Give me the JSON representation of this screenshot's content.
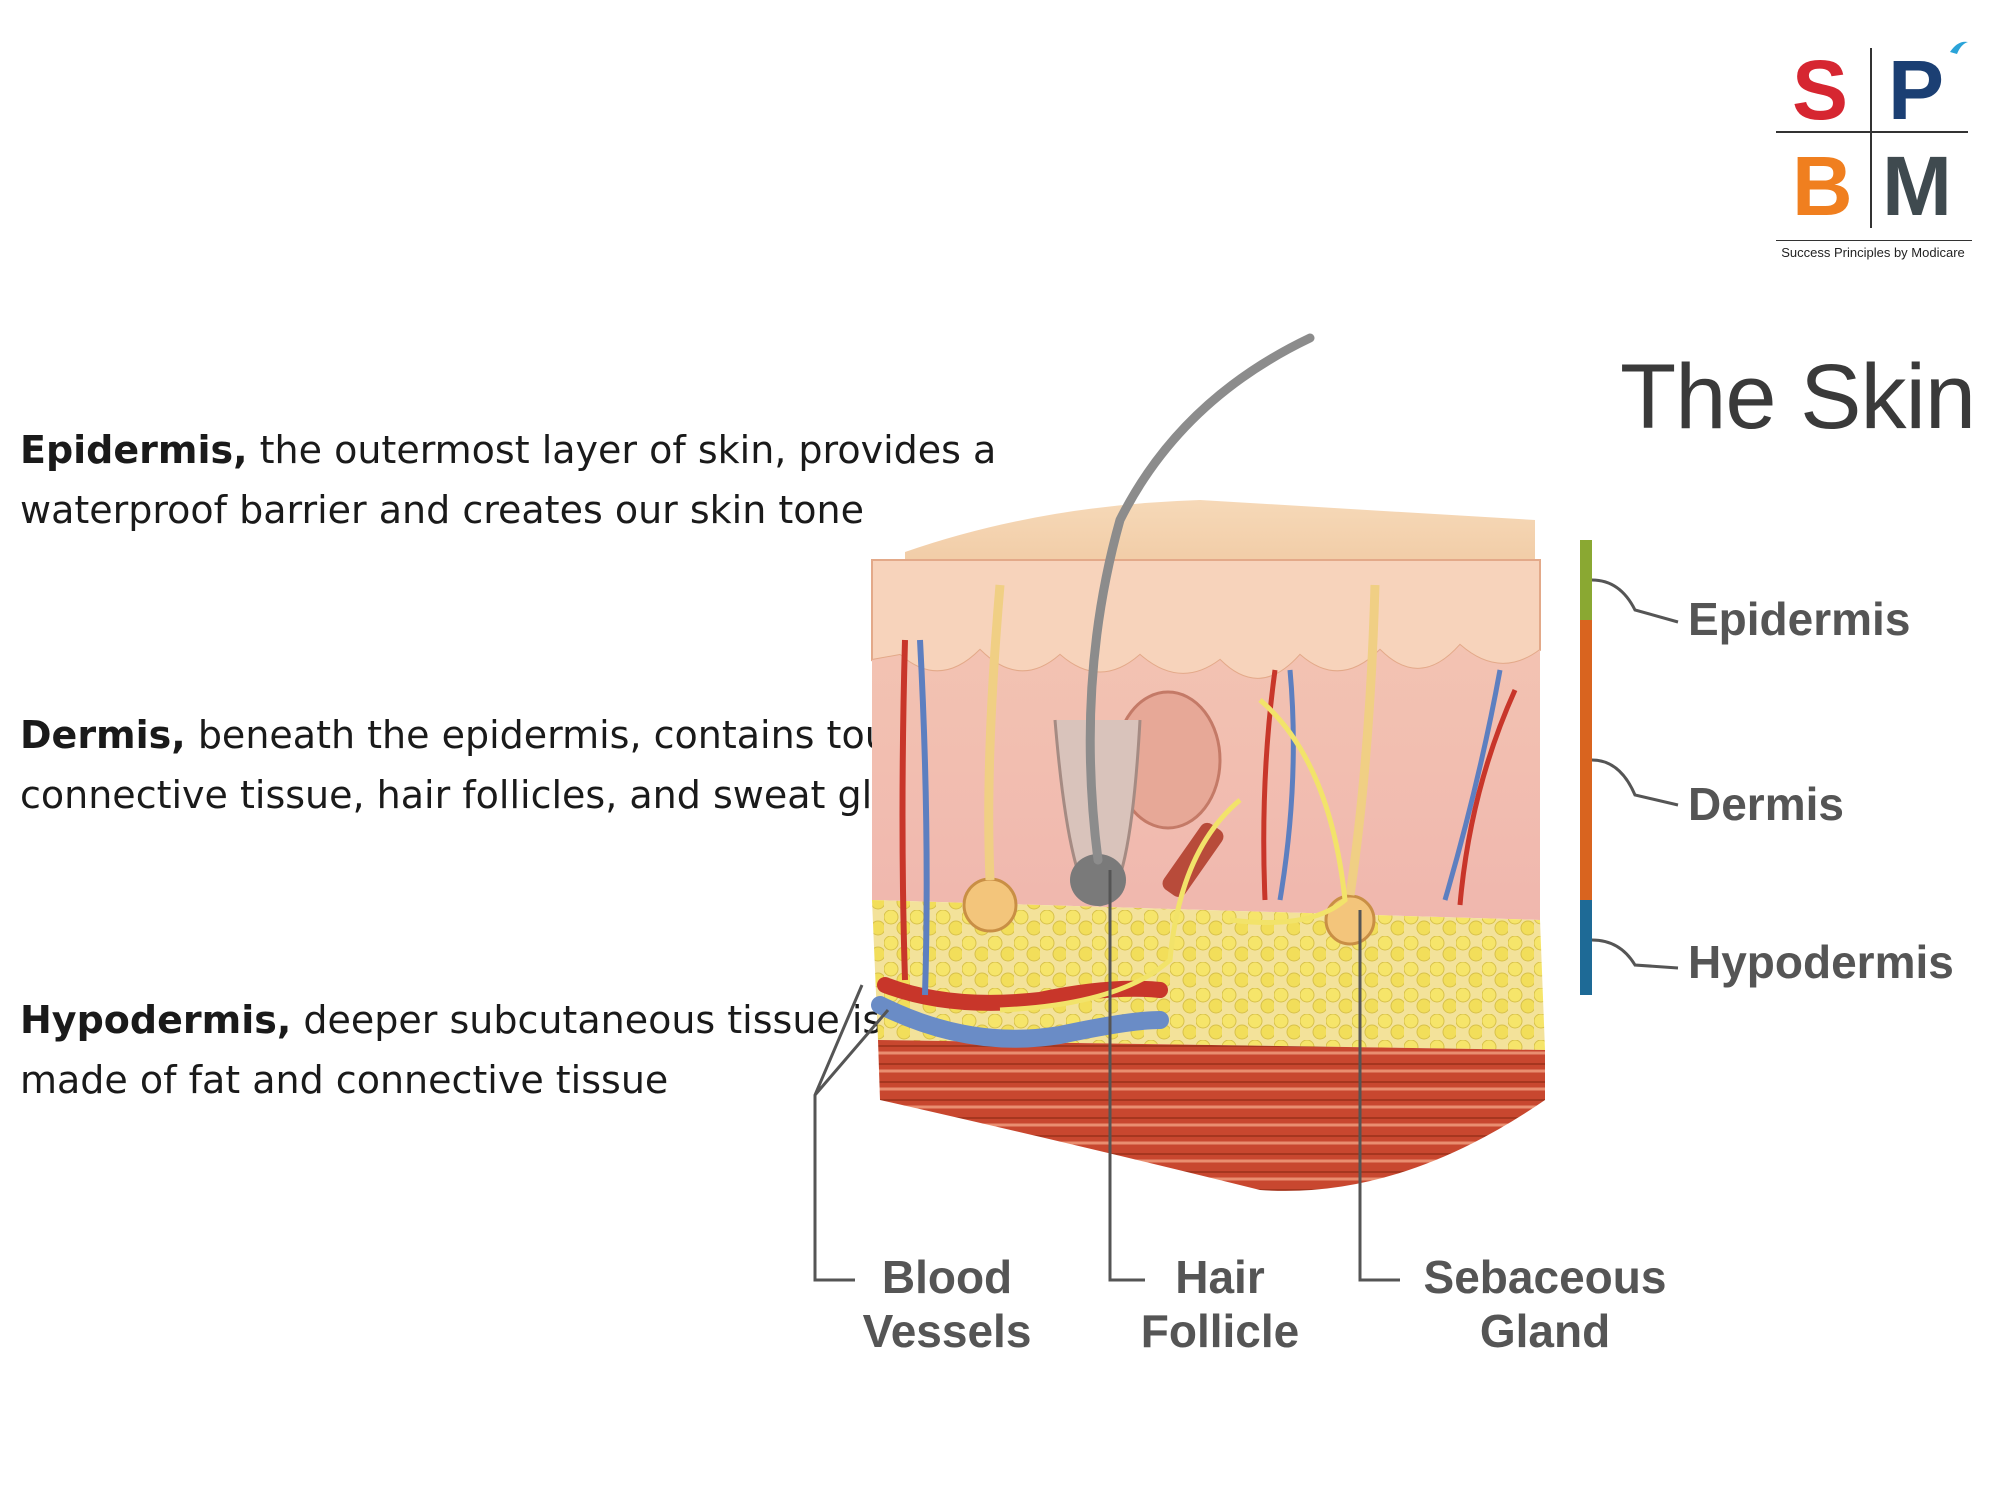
{
  "logo": {
    "letters": {
      "s": "S",
      "p": "P",
      "b": "B",
      "m": "M"
    },
    "tagline": "Success Principles by Modicare",
    "colors": {
      "s": "#d62631",
      "p": "#1b3f73",
      "b": "#f07f1f",
      "m": "#3f4a4f"
    }
  },
  "paragraphs": [
    {
      "term": "Epidermis,",
      "text": " the outermost layer of skin, provides a waterproof barrier and creates our skin tone"
    },
    {
      "term": "Dermis,",
      "text": " beneath the epidermis, contains tough connective tissue, hair follicles, and sweat glands"
    },
    {
      "term": "Hypodermis,",
      "text": " deeper subcutaneous tissue is made of fat and connective tissue"
    }
  ],
  "diagram": {
    "title": "The Skin",
    "layers": [
      {
        "label": "Epidermis",
        "color": "#8aa832"
      },
      {
        "label": "Dermis",
        "color": "#d9641f"
      },
      {
        "label": "Hypodermis",
        "color": "#1e6a96"
      }
    ],
    "bottom_labels": {
      "blood_line1": "Blood",
      "blood_line2": "Vessels",
      "hair_line1": "Hair",
      "hair_line2": "Follicle",
      "seb_line1": "Sebaceous",
      "seb_line2": "Gland"
    }
  }
}
